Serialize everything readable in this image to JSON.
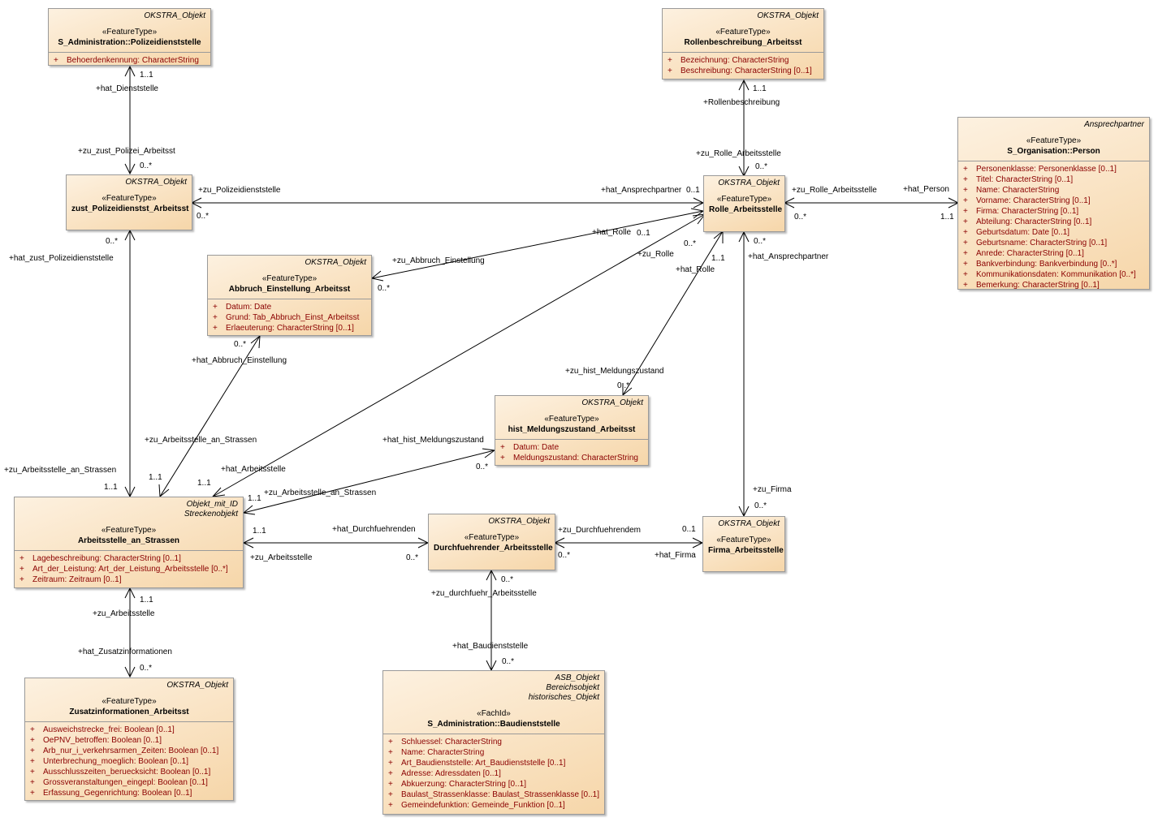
{
  "classes": {
    "polizei": {
      "tags": [
        "OKSTRA_Objekt"
      ],
      "stereotype": "«FeatureType»",
      "name": "S_Administration::Polizeidienststelle",
      "attributes": [
        "Behoerdenkennung: CharacterString"
      ]
    },
    "rollenbeschreibung": {
      "tags": [
        "OKSTRA_Objekt"
      ],
      "stereotype": "«FeatureType»",
      "name": "Rollenbeschreibung_Arbeitsst",
      "attributes": [
        "Bezeichnung: CharacterString",
        "Beschreibung: CharacterString [0..1]"
      ]
    },
    "person": {
      "tags": [
        "Ansprechpartner"
      ],
      "stereotype": "«FeatureType»",
      "name": "S_Organisation::Person",
      "attributes": [
        "Personenklasse: Personenklasse [0..1]",
        "Titel: CharacterString [0..1]",
        "Name: CharacterString",
        "Vorname: CharacterString [0..1]",
        "Firma: CharacterString [0..1]",
        "Abteilung: CharacterString [0..1]",
        "Geburtsdatum: Date [0..1]",
        "Geburtsname: CharacterString [0..1]",
        "Anrede: CharacterString [0..1]",
        "Bankverbindung: Bankverbindung [0..*]",
        "Kommunikationsdaten: Kommunikation [0..*]",
        "Bemerkung: CharacterString [0..1]"
      ]
    },
    "zust": {
      "tags": [
        "OKSTRA_Objekt"
      ],
      "stereotype": "«FeatureType»",
      "name": "zust_Polizeidienstst_Arbeitsst",
      "attributes": []
    },
    "rolle": {
      "tags": [
        "OKSTRA_Objekt"
      ],
      "stereotype": "«FeatureType»",
      "name": "Rolle_Arbeitsstelle",
      "attributes": []
    },
    "abbruch": {
      "tags": [
        "OKSTRA_Objekt"
      ],
      "stereotype": "«FeatureType»",
      "name": "Abbruch_Einstellung_Arbeitsst",
      "attributes": [
        "Datum: Date",
        "Grund: Tab_Abbruch_Einst_Arbeitsst",
        "Erlaeuterung: CharacterString [0..1]"
      ]
    },
    "hist": {
      "tags": [
        "OKSTRA_Objekt"
      ],
      "stereotype": "«FeatureType»",
      "name": "hist_Meldungszustand_Arbeitsst",
      "attributes": [
        "Datum: Date",
        "Meldungszustand: CharacterString"
      ]
    },
    "arbeitsstelle": {
      "tags": [
        "Objekt_mit_ID",
        "Streckenobjekt"
      ],
      "stereotype": "«FeatureType»",
      "name": "Arbeitsstelle_an_Strassen",
      "attributes": [
        "Lagebeschreibung: CharacterString [0..1]",
        "Art_der_Leistung: Art_der_Leistung_Arbeitsstelle [0..*]",
        "Zeitraum: Zeitraum [0..1]"
      ]
    },
    "durchfuehrender": {
      "tags": [
        "OKSTRA_Objekt"
      ],
      "stereotype": "«FeatureType»",
      "name": "Durchfuehrender_Arbeitsstelle",
      "attributes": []
    },
    "firma": {
      "tags": [
        "OKSTRA_Objekt"
      ],
      "stereotype": "«FeatureType»",
      "name": "Firma_Arbeitsstelle",
      "attributes": []
    },
    "zusatz": {
      "tags": [
        "OKSTRA_Objekt"
      ],
      "stereotype": "«FeatureType»",
      "name": "Zusatzinformationen_Arbeitsst",
      "attributes": [
        "Ausweichstrecke_frei: Boolean [0..1]",
        "OePNV_betroffen: Boolean [0..1]",
        "Arb_nur_i_verkehrsarmen_Zeiten: Boolean [0..1]",
        "Unterbrechung_moeglich: Boolean [0..1]",
        "Ausschlusszeiten_beruecksicht: Boolean [0..1]",
        "Grossveranstaltungen_eingepl: Boolean [0..1]",
        "Erfassung_Gegenrichtung: Boolean [0..1]"
      ]
    },
    "baudienst": {
      "tags": [
        "ASB_Objekt",
        "Bereichsobjekt",
        "historisches_Objekt"
      ],
      "stereotype": "«FachId»",
      "name": "S_Administration::Baudienststelle",
      "attributes": [
        "Schluessel: CharacterString",
        "Name: CharacterString",
        "Art_Baudienststelle: Art_Baudienststelle [0..1]",
        "Adresse: Adressdaten [0..1]",
        "Abkuerzung: CharacterString [0..1]",
        "Baulast_Strassenklasse: Baulast_Strassenklasse [0..1]",
        "Gemeindefunktion: Gemeinde_Funktion [0..1]"
      ]
    }
  },
  "attribute_marker": "+",
  "labels": {
    "l01": "1..1",
    "l02": "+hat_Dienststelle",
    "l03": "+zu_zust_Polizei_Arbeitsst",
    "l04": "0..*",
    "l05": "1..1",
    "l06": "+Rollenbeschreibung",
    "l07": "+zu_Rolle_Arbeitsstelle",
    "l08": "0..*",
    "l09": "+zu_Polizeidienststelle",
    "l10": "0..*",
    "l11": "+hat_Ansprechpartner",
    "l12": "0..1",
    "l13": "+zu_Rolle_Arbeitsstelle",
    "l14": "0..*",
    "l15": "+hat_Person",
    "l16": "1..1",
    "l17": "0..*",
    "l18": "+hat_zust_Polizeidienststelle",
    "l19": "+hat_Rolle",
    "l20": "0..1",
    "l21": "+zu_Abbruch_Einstellung",
    "l22": "0..*",
    "l23": "+zu_Rolle",
    "l24": "0..*",
    "l25": "1..1",
    "l26": "+hat_Rolle",
    "l27": "0..*",
    "l28": "+hat_Ansprechpartner",
    "l29": "0..*",
    "l30": "+hat_Abbruch_Einstellung",
    "l31": "+zu_hist_Meldungszustand",
    "l32": "0..*",
    "l33": "+zu_Arbeitsstelle_an_Strassen",
    "l34": "+hat_hist_Meldungszustand",
    "l35": "+zu_Arbeitsstelle_an_Strassen",
    "l36": "1..1",
    "l37": "+hat_Arbeitsstelle",
    "l38": "1..1",
    "l39": "1..1",
    "l40": "0..*",
    "l41": "1..1",
    "l42": "+zu_Arbeitsstelle_an_Strassen",
    "l43": "+zu_Firma",
    "l44": "0..*",
    "l45": "1..1",
    "l46": "+hat_Durchfuehrenden",
    "l47": "+zu_Durchfuehrendem",
    "l48": "0..1",
    "l49": "+zu_Arbeitsstelle",
    "l50": "0..*",
    "l51": "0..*",
    "l52": "+hat_Firma",
    "l53": "1..1",
    "l54": "+zu_Arbeitsstelle",
    "l55": "0..*",
    "l56": "+zu_durchfuehr_Arbeitsstelle",
    "l57": "+hat_Zusatzinformationen",
    "l58": "0..*",
    "l59": "+hat_Baudienststelle",
    "l60": "0..*"
  }
}
